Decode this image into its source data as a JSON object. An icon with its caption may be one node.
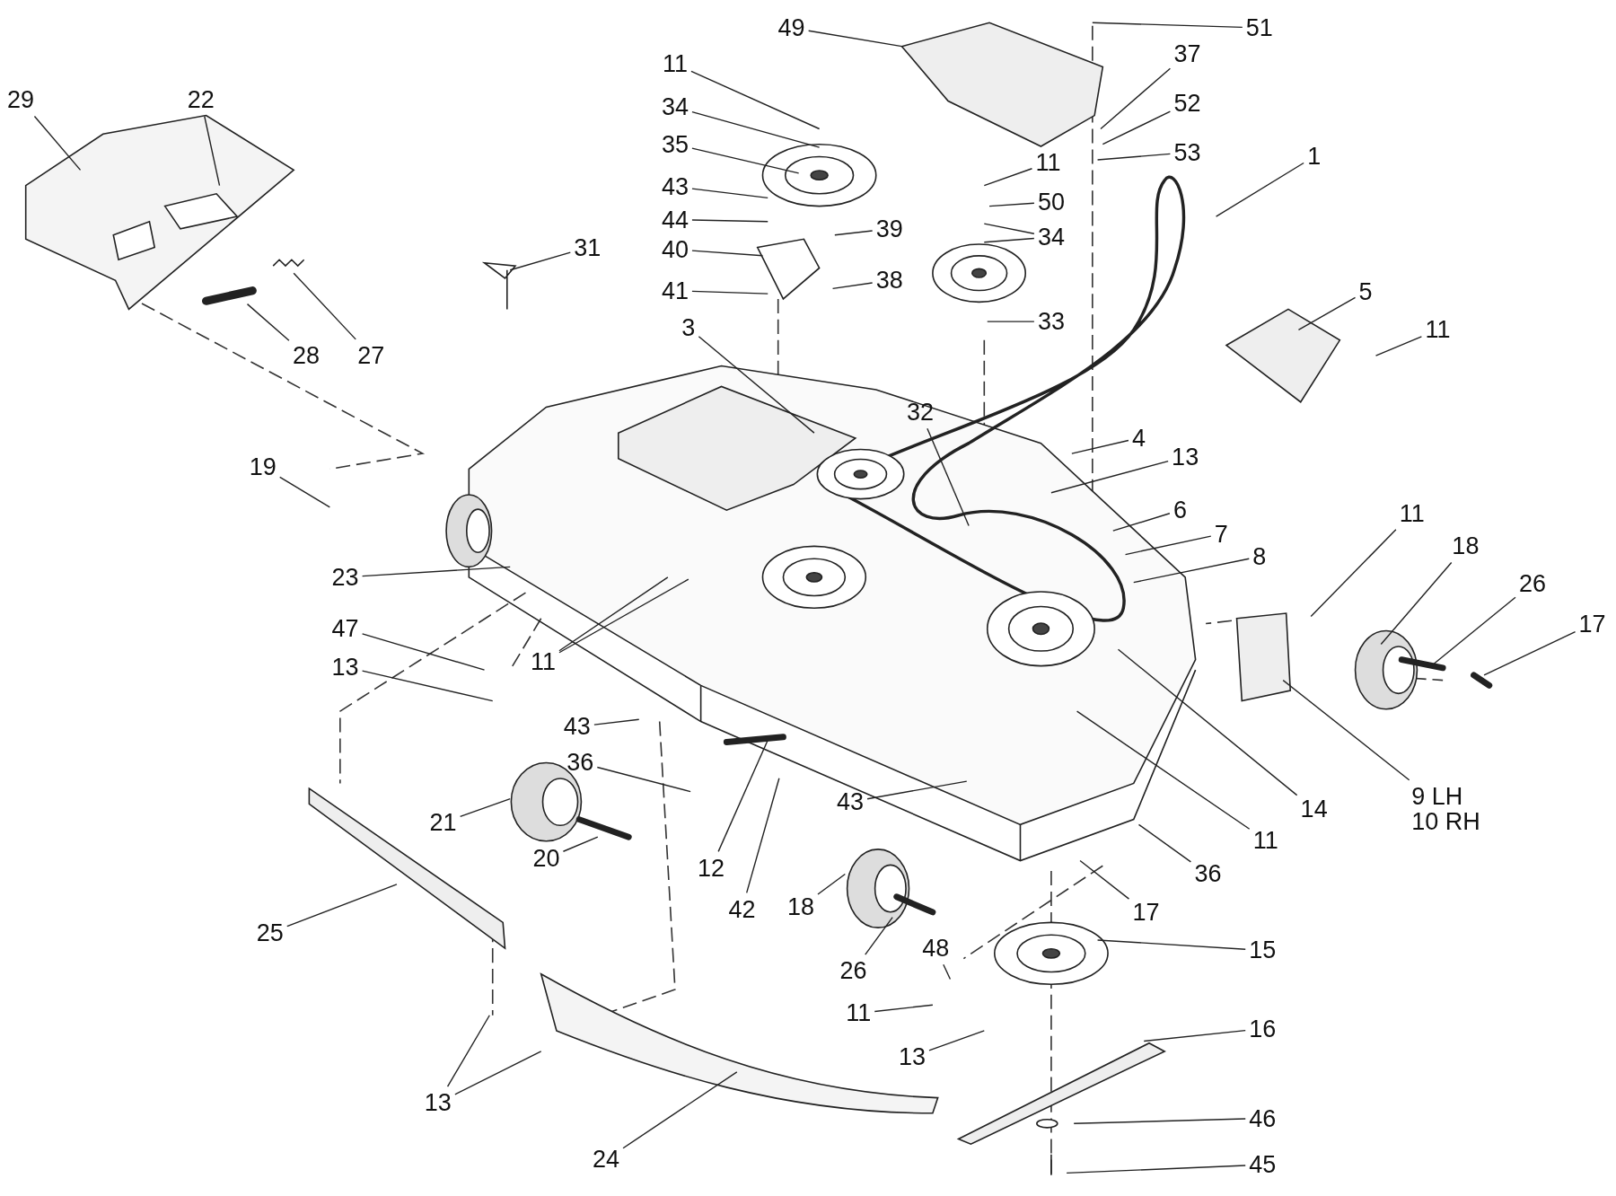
{
  "diagram": {
    "nodes": [
      {
        "text": [
          "29"
        ]
      },
      {
        "text": [
          "22"
        ]
      },
      {
        "text": [
          "31"
        ]
      },
      {
        "text": [
          "28"
        ]
      },
      {
        "text": [
          "27"
        ]
      },
      {
        "text": [
          "49"
        ]
      },
      {
        "text": [
          "51"
        ]
      },
      {
        "text": [
          "11"
        ]
      },
      {
        "text": [
          "34"
        ]
      },
      {
        "text": [
          "35"
        ]
      },
      {
        "text": [
          "43"
        ]
      },
      {
        "text": [
          "44"
        ]
      },
      {
        "text": [
          "40"
        ]
      },
      {
        "text": [
          "41"
        ]
      },
      {
        "text": [
          "39"
        ]
      },
      {
        "text": [
          "38"
        ]
      },
      {
        "text": [
          "37"
        ]
      },
      {
        "text": [
          "52"
        ]
      },
      {
        "text": [
          "53"
        ]
      },
      {
        "text": [
          "11"
        ]
      },
      {
        "text": [
          "50"
        ]
      },
      {
        "text": [
          "34"
        ]
      },
      {
        "text": [
          "33"
        ]
      },
      {
        "text": [
          "1"
        ]
      },
      {
        "text": [
          "5"
        ]
      },
      {
        "text": [
          "11"
        ]
      },
      {
        "text": [
          "3"
        ]
      },
      {
        "text": [
          "32"
        ]
      },
      {
        "text": [
          "4"
        ]
      },
      {
        "text": [
          "13"
        ]
      },
      {
        "text": [
          "19"
        ]
      },
      {
        "text": [
          "6"
        ]
      },
      {
        "text": [
          "7"
        ]
      },
      {
        "text": [
          "8"
        ]
      },
      {
        "text": [
          "11"
        ]
      },
      {
        "text": [
          "18"
        ]
      },
      {
        "text": [
          "26"
        ]
      },
      {
        "text": [
          "17"
        ]
      },
      {
        "text": [
          "23"
        ]
      },
      {
        "text": [
          "47"
        ]
      },
      {
        "text": [
          "11"
        ]
      },
      {
        "text": [
          "13"
        ]
      },
      {
        "text": [
          "43"
        ]
      },
      {
        "text": [
          "36"
        ]
      },
      {
        "text": [
          "9 LH",
          "10 RH"
        ]
      },
      {
        "text": [
          "11"
        ]
      },
      {
        "text": [
          "14"
        ]
      },
      {
        "text": [
          "43"
        ]
      },
      {
        "text": [
          "21"
        ]
      },
      {
        "text": [
          "20"
        ]
      },
      {
        "text": [
          "12"
        ]
      },
      {
        "text": [
          "42"
        ]
      },
      {
        "text": [
          "36"
        ]
      },
      {
        "text": [
          "17"
        ]
      },
      {
        "text": [
          "25"
        ]
      },
      {
        "text": [
          "18"
        ]
      },
      {
        "text": [
          "26"
        ]
      },
      {
        "text": [
          "48"
        ]
      },
      {
        "text": [
          "15"
        ]
      },
      {
        "text": [
          "11"
        ]
      },
      {
        "text": [
          "13"
        ]
      },
      {
        "text": [
          "16"
        ]
      },
      {
        "text": [
          "13"
        ]
      },
      {
        "text": [
          "46"
        ]
      },
      {
        "text": [
          "45"
        ]
      },
      {
        "text": [
          "24"
        ]
      }
    ],
    "edges": [
      {
        "from": 0,
        "to": null,
        "arrow": "none"
      },
      {
        "from": 1,
        "to": null,
        "arrow": "none"
      },
      {
        "from": 2,
        "to": null,
        "arrow": "none"
      },
      {
        "from": 3,
        "to": null,
        "arrow": "none"
      },
      {
        "from": 4,
        "to": null,
        "arrow": "none"
      },
      {
        "from": 5,
        "to": null,
        "arrow": "none"
      },
      {
        "from": 6,
        "to": null,
        "arrow": "none"
      },
      {
        "from": 7,
        "to": null,
        "arrow": "none"
      },
      {
        "from": 8,
        "to": null,
        "arrow": "none"
      },
      {
        "from": 9,
        "to": null,
        "arrow": "none"
      },
      {
        "from": 10,
        "to": null,
        "arrow": "none"
      },
      {
        "from": 11,
        "to": null,
        "arrow": "none"
      },
      {
        "from": 12,
        "to": null,
        "arrow": "none"
      },
      {
        "from": 13,
        "to": null,
        "arrow": "none"
      },
      {
        "from": 14,
        "to": null,
        "arrow": "none"
      },
      {
        "from": 15,
        "to": null,
        "arrow": "none"
      },
      {
        "from": 16,
        "to": null,
        "arrow": "none"
      },
      {
        "from": 17,
        "to": null,
        "arrow": "none"
      },
      {
        "from": 18,
        "to": null,
        "arrow": "none"
      },
      {
        "from": 19,
        "to": null,
        "arrow": "none"
      },
      {
        "from": 20,
        "to": null,
        "arrow": "none"
      },
      {
        "from": 21,
        "to": null,
        "arrow": "none"
      },
      {
        "from": 21,
        "to": null,
        "arrow": "none"
      },
      {
        "from": 22,
        "to": null,
        "arrow": "none"
      },
      {
        "from": 23,
        "to": null,
        "arrow": "none"
      },
      {
        "from": 24,
        "to": null,
        "arrow": "none"
      },
      {
        "from": 25,
        "to": null,
        "arrow": "none"
      },
      {
        "from": 26,
        "to": null,
        "arrow": "none"
      },
      {
        "from": 27,
        "to": null,
        "arrow": "none"
      },
      {
        "from": 28,
        "to": null,
        "arrow": "none"
      },
      {
        "from": 29,
        "to": null,
        "arrow": "none"
      },
      {
        "from": 30,
        "to": null,
        "arrow": "none"
      },
      {
        "from": 31,
        "to": null,
        "arrow": "none"
      },
      {
        "from": 32,
        "to": null,
        "arrow": "none"
      },
      {
        "from": 33,
        "to": null,
        "arrow": "none"
      },
      {
        "from": 34,
        "to": null,
        "arrow": "none"
      },
      {
        "from": 35,
        "to": null,
        "arrow": "none"
      },
      {
        "from": 36,
        "to": null,
        "arrow": "none"
      },
      {
        "from": 37,
        "to": null,
        "arrow": "none"
      },
      {
        "from": 38,
        "to": null,
        "arrow": "none"
      },
      {
        "from": 39,
        "to": null,
        "arrow": "none"
      },
      {
        "from": 40,
        "to": null,
        "arrow": "none"
      },
      {
        "from": 40,
        "to": null,
        "arrow": "none"
      },
      {
        "from": 41,
        "to": null,
        "arrow": "none"
      },
      {
        "from": 42,
        "to": null,
        "arrow": "none"
      },
      {
        "from": 43,
        "to": null,
        "arrow": "none"
      },
      {
        "from": 44,
        "to": null,
        "arrow": "none"
      },
      {
        "from": 45,
        "to": null,
        "arrow": "none"
      },
      {
        "from": 46,
        "to": null,
        "arrow": "none"
      },
      {
        "from": 47,
        "to": null,
        "arrow": "none"
      },
      {
        "from": 48,
        "to": null,
        "arrow": "none"
      },
      {
        "from": 49,
        "to": null,
        "arrow": "none"
      },
      {
        "from": 50,
        "to": null,
        "arrow": "none"
      },
      {
        "from": 51,
        "to": null,
        "arrow": "none"
      },
      {
        "from": 52,
        "to": null,
        "arrow": "none"
      },
      {
        "from": 53,
        "to": null,
        "arrow": "none"
      },
      {
        "from": 54,
        "to": null,
        "arrow": "none"
      },
      {
        "from": 55,
        "to": null,
        "arrow": "none"
      },
      {
        "from": 56,
        "to": null,
        "arrow": "none"
      },
      {
        "from": 57,
        "to": null,
        "arrow": "none"
      },
      {
        "from": 58,
        "to": null,
        "arrow": "none"
      },
      {
        "from": 59,
        "to": null,
        "arrow": "none"
      },
      {
        "from": 60,
        "to": null,
        "arrow": "none"
      },
      {
        "from": 61,
        "to": null,
        "arrow": "none"
      },
      {
        "from": 62,
        "to": null,
        "arrow": "none"
      },
      {
        "from": 62,
        "to": null,
        "arrow": "none"
      },
      {
        "from": 63,
        "to": null,
        "arrow": "none"
      },
      {
        "from": 64,
        "to": null,
        "arrow": "none"
      },
      {
        "from": 65,
        "to": null,
        "arrow": "none"
      }
    ]
  }
}
